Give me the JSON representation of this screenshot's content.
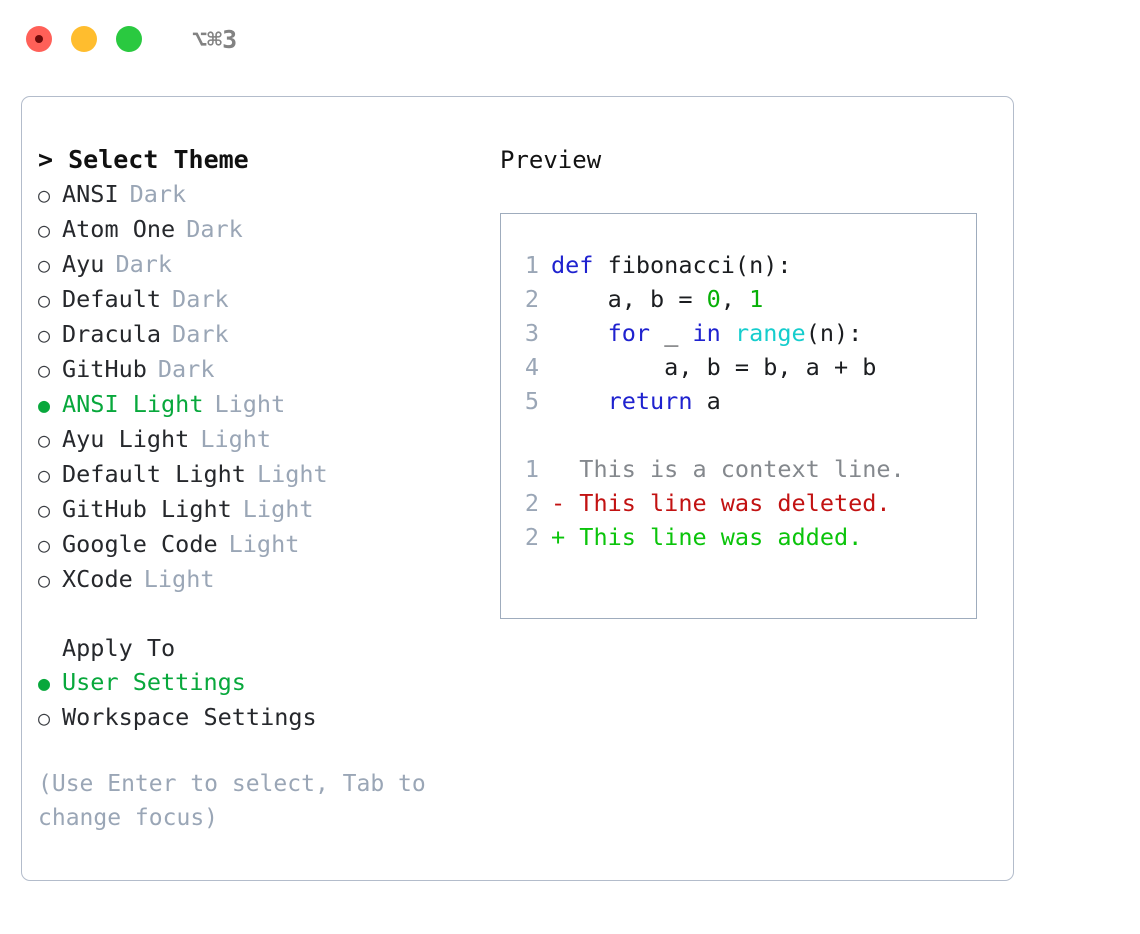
{
  "window": {
    "shortcut": "⌥⌘3",
    "traffic_lights": [
      {
        "name": "close",
        "color": "#ff6058"
      },
      {
        "name": "minimize",
        "color": "#ffbd2e"
      },
      {
        "name": "zoom",
        "color": "#2ac940"
      }
    ]
  },
  "left": {
    "header": "> Select Theme",
    "themes": [
      {
        "bullet": "○",
        "label": "ANSI",
        "suffix": "Dark",
        "selected": false
      },
      {
        "bullet": "○",
        "label": "Atom One",
        "suffix": "Dark",
        "selected": false
      },
      {
        "bullet": "○",
        "label": "Ayu",
        "suffix": "Dark",
        "selected": false
      },
      {
        "bullet": "○",
        "label": "Default",
        "suffix": "Dark",
        "selected": false
      },
      {
        "bullet": "○",
        "label": "Dracula",
        "suffix": "Dark",
        "selected": false
      },
      {
        "bullet": "○",
        "label": "GitHub",
        "suffix": "Dark",
        "selected": false
      },
      {
        "bullet": "●",
        "label": "ANSI Light",
        "suffix": "Light",
        "selected": true
      },
      {
        "bullet": "○",
        "label": "Ayu Light",
        "suffix": "Light",
        "selected": false
      },
      {
        "bullet": "○",
        "label": "Default Light",
        "suffix": "Light",
        "selected": false
      },
      {
        "bullet": "○",
        "label": "GitHub Light",
        "suffix": "Light",
        "selected": false
      },
      {
        "bullet": "○",
        "label": "Google Code",
        "suffix": "Light",
        "selected": false
      },
      {
        "bullet": "○",
        "label": "XCode",
        "suffix": "Light",
        "selected": false
      }
    ],
    "apply_to_title": "Apply To",
    "apply_to": [
      {
        "bullet": "●",
        "label": "User Settings",
        "selected": true
      },
      {
        "bullet": "○",
        "label": "Workspace Settings",
        "selected": false
      }
    ],
    "hint": "(Use Enter to select, Tab to change focus)"
  },
  "preview": {
    "title": "Preview",
    "code_lines": [
      {
        "no": "1",
        "tokens": [
          {
            "t": "def ",
            "c": "kw"
          },
          {
            "t": "fibonacci(n):",
            "c": "pl"
          }
        ]
      },
      {
        "no": "2",
        "tokens": [
          {
            "t": "    a, b = ",
            "c": "pl"
          },
          {
            "t": "0",
            "c": "num"
          },
          {
            "t": ", ",
            "c": "pl"
          },
          {
            "t": "1",
            "c": "num"
          }
        ]
      },
      {
        "no": "3",
        "tokens": [
          {
            "t": "    ",
            "c": "pl"
          },
          {
            "t": "for",
            "c": "kw"
          },
          {
            "t": " _ ",
            "c": "pl"
          },
          {
            "t": "in",
            "c": "kw"
          },
          {
            "t": " ",
            "c": "pl"
          },
          {
            "t": "range",
            "c": "fn"
          },
          {
            "t": "(n):",
            "c": "pl"
          }
        ]
      },
      {
        "no": "4",
        "tokens": [
          {
            "t": "        a, b = b, a + b",
            "c": "pl"
          }
        ]
      },
      {
        "no": "5",
        "tokens": [
          {
            "t": "    ",
            "c": "pl"
          },
          {
            "t": "return",
            "c": "kw"
          },
          {
            "t": " a",
            "c": "pl"
          }
        ]
      }
    ],
    "diff_lines": [
      {
        "no": "1",
        "marker": "  ",
        "text": "This is a context line.",
        "kind": "ctx"
      },
      {
        "no": "2",
        "marker": "- ",
        "text": "This line was deleted.",
        "kind": "del"
      },
      {
        "no": "2",
        "marker": "+ ",
        "text": "This line was added.",
        "kind": "add"
      }
    ]
  },
  "colors": {
    "accent_green": "#08a83c",
    "muted": "#9aa6b6",
    "keyword": "#1f22cf",
    "number": "#07b007",
    "builtin": "#15cdcd",
    "diff_add": "#0bc40b",
    "diff_del": "#c21212",
    "border": "#b3bccb"
  }
}
